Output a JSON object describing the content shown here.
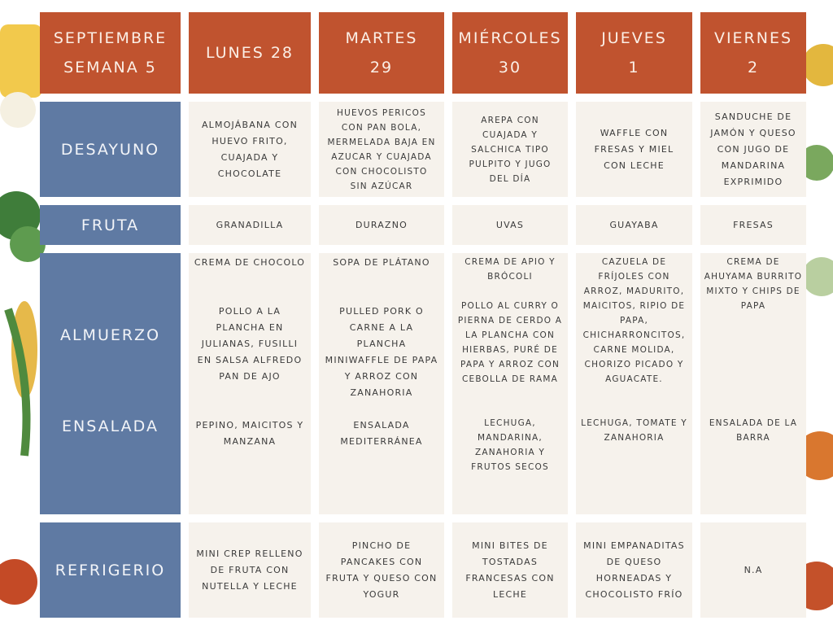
{
  "header": {
    "week_line1": "SEPTIEMBRE",
    "week_line2": "SEMANA 5",
    "days": [
      {
        "line1": "LUNES 28",
        "line2": ""
      },
      {
        "line1": "MARTES",
        "line2": "29"
      },
      {
        "line1": "MIÉRCOLES",
        "line2": "30"
      },
      {
        "line1": "JUEVES",
        "line2": "1"
      },
      {
        "line1": "VIERNES",
        "line2": "2"
      }
    ]
  },
  "rows": {
    "desayuno": "DESAYUNO",
    "fruta": "FRUTA",
    "almuerzo": "ALMUERZO",
    "ensalada": "ENSALADA",
    "refrigerio": "REFRIGERIO"
  },
  "menu": {
    "desayuno": [
      "ALMOJÁBANA CON HUEVO FRITO, CUAJADA Y CHOCOLATE",
      "HUEVOS PERICOS CON PAN BOLA, MERMELADA BAJA EN AZUCAR Y CUAJADA CON CHOCOLISTO SIN AZÚCAR",
      "AREPA CON CUAJADA Y SALCHICA TIPO PULPITO Y JUGO DEL DÍA",
      "WAFFLE CON FRESAS Y MIEL CON LECHE",
      "SANDUCHE DE JAMÓN Y QUESO CON JUGO DE MANDARINA EXPRIMIDO"
    ],
    "fruta": [
      "GRANADILLA",
      "DURAZNO",
      "UVAS",
      "GUAYABA",
      "FRESAS"
    ],
    "almuerzo": [
      {
        "top": "CREMA DE CHOCOLO",
        "main": "POLLO A LA PLANCHA EN JULIANAS, FUSILLI EN SALSA ALFREDO PAN DE AJO",
        "salad": "PEPINO, MAICITOS Y MANZANA"
      },
      {
        "top": "SOPA DE PLÁTANO",
        "main": "PULLED PORK O CARNE A LA PLANCHA MINIWAFFLE DE PAPA Y ARROZ CON ZANAHORIA",
        "salad": "ENSALADA MEDITERRÁNEA"
      },
      {
        "top": "CREMA DE APIO Y BRÓCOLI",
        "main": "POLLO AL CURRY O PIERNA DE CERDO A LA PLANCHA CON HIERBAS, PURÉ DE PAPA Y ARROZ CON CEBOLLA DE RAMA",
        "salad": "LECHUGA, MANDARINA, ZANAHORIA Y FRUTOS SECOS"
      },
      {
        "top": "CAZUELA DE FRÍJOLES CON ARROZ, MADURITO, MAICITOS, RIPIO DE PAPA, CHICHARRONCITOS, CARNE MOLIDA, CHORIZO PICADO Y AGUACATE.",
        "main": "",
        "salad": "LECHUGA, TOMATE Y ZANAHORIA"
      },
      {
        "top": "CREMA DE AHUYAMA BURRITO MIXTO Y CHIPS DE PAPA",
        "main": "",
        "salad": "ENSALADA DE LA BARRA"
      }
    ],
    "refrigerio": [
      "MINI CREP RELLENO DE FRUTA CON NUTELLA Y LECHE",
      "PINCHO DE PANCAKES CON FRUTA Y QUESO CON YOGUR",
      "MINI BITES DE TOSTADAS FRANCESAS CON LECHE",
      "MINI EMPANADITAS DE QUESO HORNEADAS Y CHOCOLISTO FRÍO",
      "N.A"
    ]
  }
}
